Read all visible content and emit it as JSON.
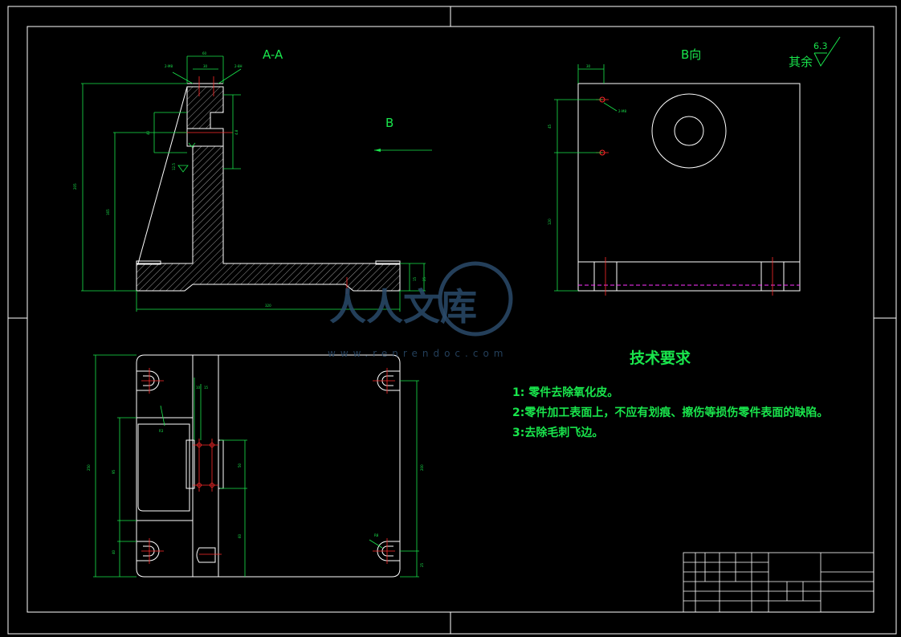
{
  "drawing": {
    "section_view_label": "A-A",
    "direction_view_label": "B向",
    "arrow_view_label": "B",
    "surface_note_prefix": "其余",
    "surface_roughness": "6.3"
  },
  "requirements": {
    "title": "技术要求",
    "items": [
      "1: 零件去除氧化皮。",
      "2:零件加工表面上，不应有划痕、擦伤等损伤零件表面的缺陷。",
      "3:去除毛刺飞边。"
    ]
  },
  "watermark": {
    "text": "人人文库",
    "url": "www.renrendoc.com"
  },
  "colors": {
    "background": "#000000",
    "outline": "#ffffff",
    "dimension": "#19e54c",
    "centerline": "#ff2a2a",
    "hidden": "#ff33ff",
    "watermark": "#2a4a6a"
  }
}
